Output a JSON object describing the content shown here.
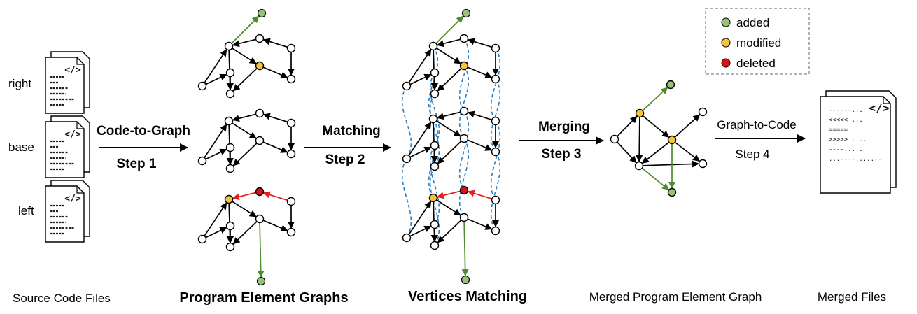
{
  "colors": {
    "added": "#97c27a",
    "modified": "#f5c242",
    "deleted": "#e01010",
    "added_edge": "#4f8a2c",
    "deleted_edge": "#e51c1c",
    "match_line": "#2a7fc4",
    "edge": "#000000"
  },
  "legend": {
    "items": [
      {
        "label": "added",
        "key": "added"
      },
      {
        "label": "modified",
        "key": "modified"
      },
      {
        "label": "deleted",
        "key": "deleted"
      }
    ]
  },
  "files": {
    "right": "right",
    "base": "base",
    "left": "left"
  },
  "steps": {
    "s1": {
      "name": "Code-to-Graph",
      "step": "Step 1"
    },
    "s2": {
      "name": "Matching",
      "step": "Step 2"
    },
    "s3": {
      "name": "Merging",
      "step": "Step 3"
    },
    "s4": {
      "name": "Graph-to-Code",
      "step": "Step 4"
    }
  },
  "captions": {
    "source": "Source Code Files",
    "peg": "Program Element Graphs",
    "vm": "Vertices Matching",
    "merged_graph": "Merged Program Element Graph",
    "merged_files": "Merged Files"
  },
  "icons": {
    "code_doc": "code-document-icon"
  },
  "code": {
    "tag": "</>",
    "merged_lines": [
      "------...",
      "<<<<< ...",
      "=====",
      ">>>>> ....",
      "----.....",
      "...----.....--"
    ]
  }
}
